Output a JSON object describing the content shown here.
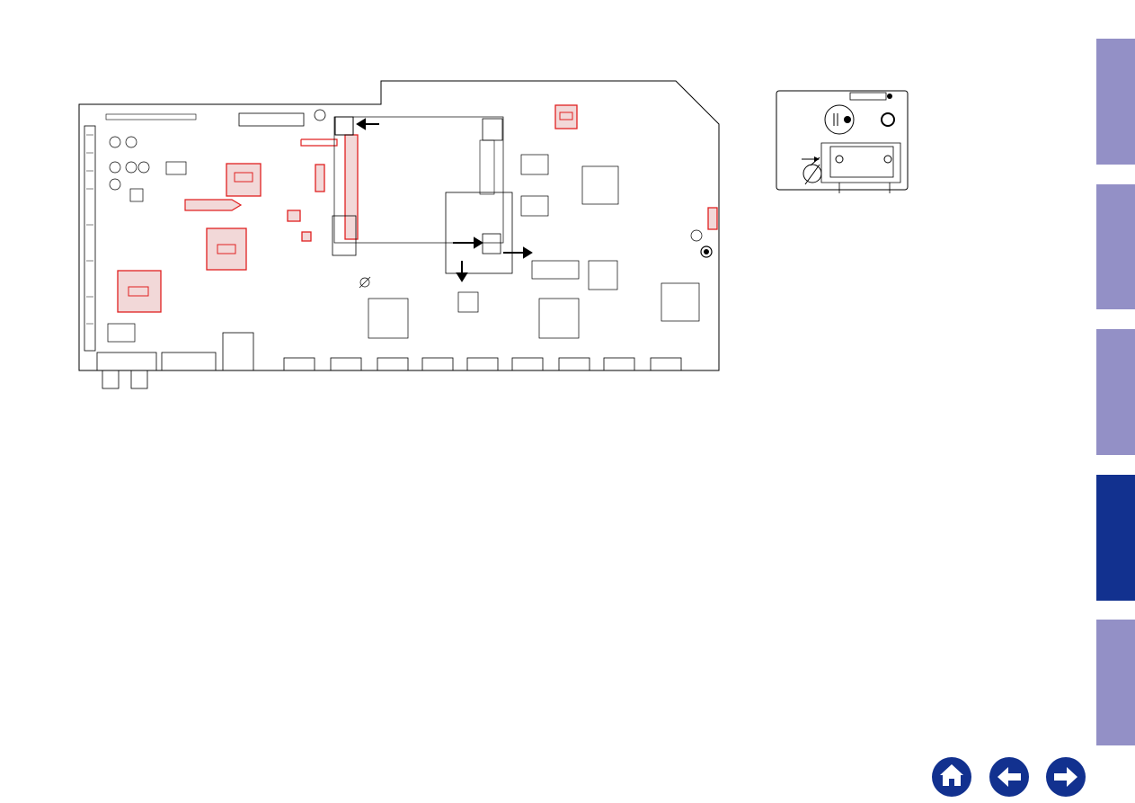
{
  "page": {
    "background": "#ffffff"
  },
  "board": {
    "outline_color": "#000000",
    "highlight_color": "#e02020",
    "arrow_color": "#000000"
  },
  "side_tabs": [
    {
      "state": "inactive",
      "color": "#9390c6"
    },
    {
      "state": "inactive",
      "color": "#9390c6"
    },
    {
      "state": "inactive",
      "color": "#9390c6"
    },
    {
      "state": "active",
      "color": "#12318f"
    },
    {
      "state": "inactive",
      "color": "#9390c6"
    }
  ],
  "nav_buttons": [
    {
      "icon": "home-icon",
      "color": "#12318f"
    },
    {
      "icon": "arrow-left-icon",
      "color": "#12318f"
    },
    {
      "icon": "arrow-right-icon",
      "color": "#12318f"
    }
  ]
}
